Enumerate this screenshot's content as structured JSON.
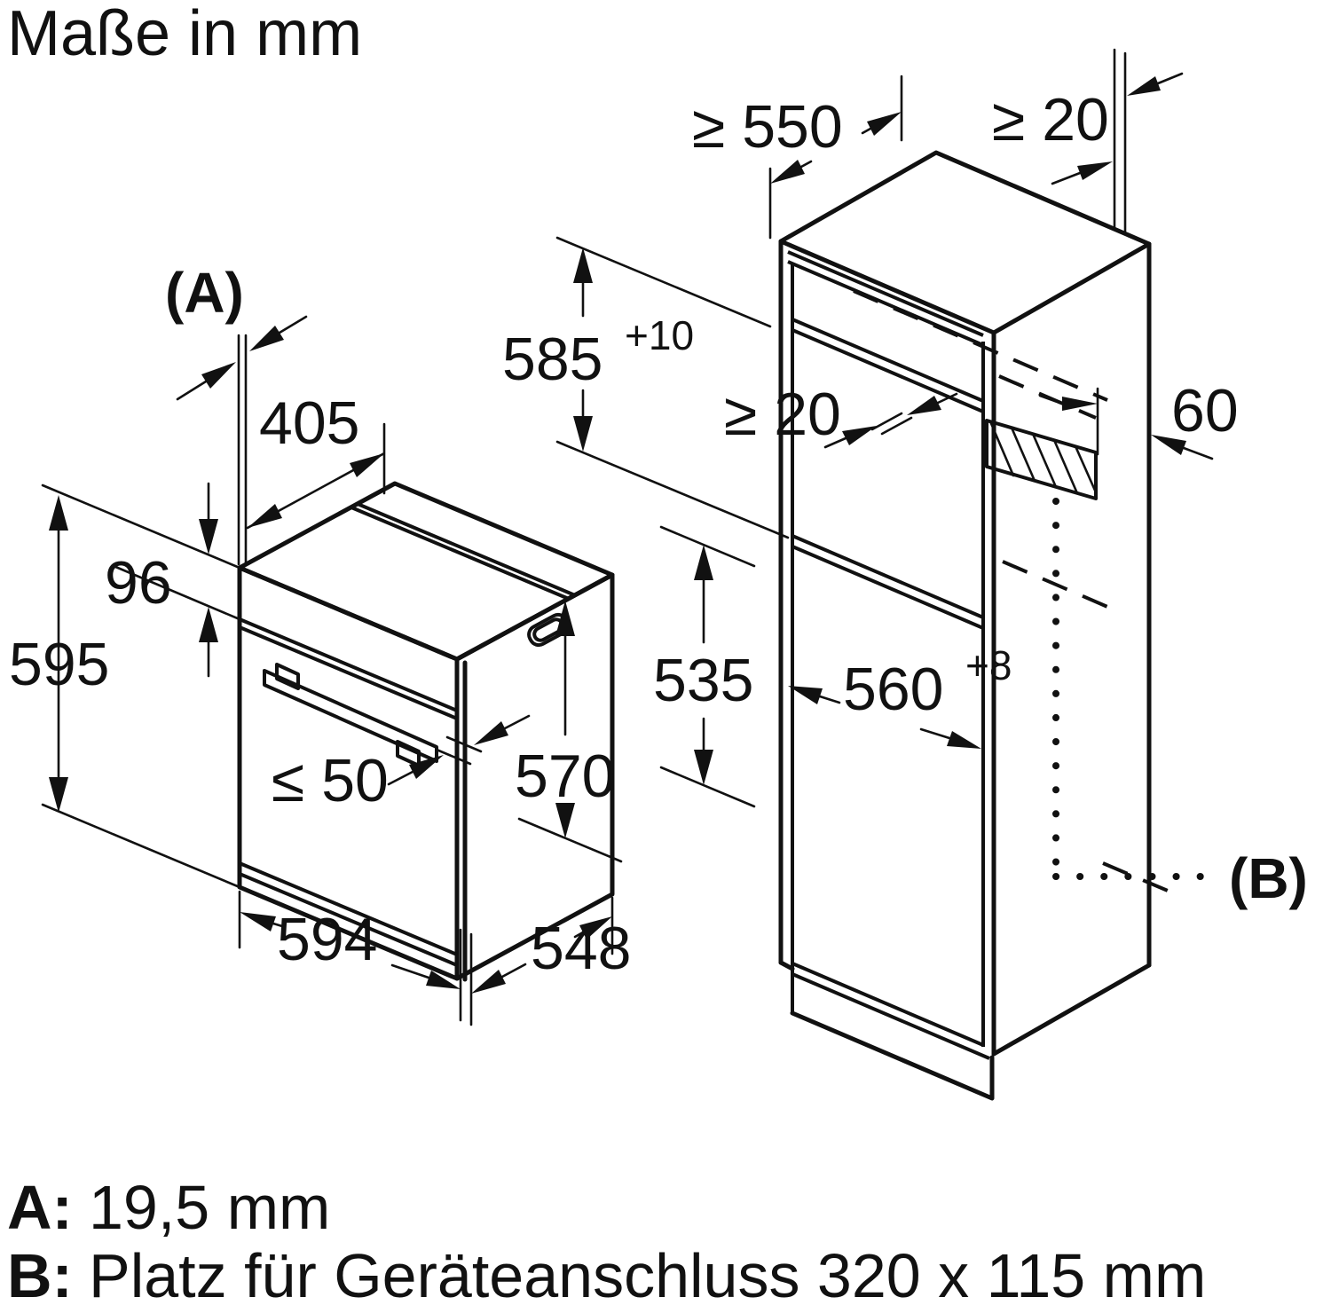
{
  "title": "Maße in mm",
  "oven": {
    "reference_label": "(A)",
    "dims": {
      "top_depth_to_panel": "405",
      "control_panel_height": "96",
      "front_height": "595",
      "handle_projection": "≤ 50",
      "body_height": "570",
      "rear_height": "535",
      "front_width": "594",
      "body_depth": "548"
    }
  },
  "cabinet": {
    "reference_label": "(B)",
    "dims": {
      "min_worktop_depth": "≥ 550",
      "rear_top_gap": "≥ 20",
      "niche_height": "585",
      "niche_height_tolerance": "+10",
      "rear_vent_gap": "≥ 20",
      "vent_offset_from_side": "60",
      "niche_width": "560",
      "niche_width_tolerance": "+8"
    }
  },
  "legend": {
    "a_key": "A:",
    "a_value": "19,5 mm",
    "b_key": "B:",
    "b_value": "Platz für Geräteanschluss 320 x 115 mm"
  },
  "colors": {
    "ink": "#111111",
    "background": "#ffffff"
  }
}
